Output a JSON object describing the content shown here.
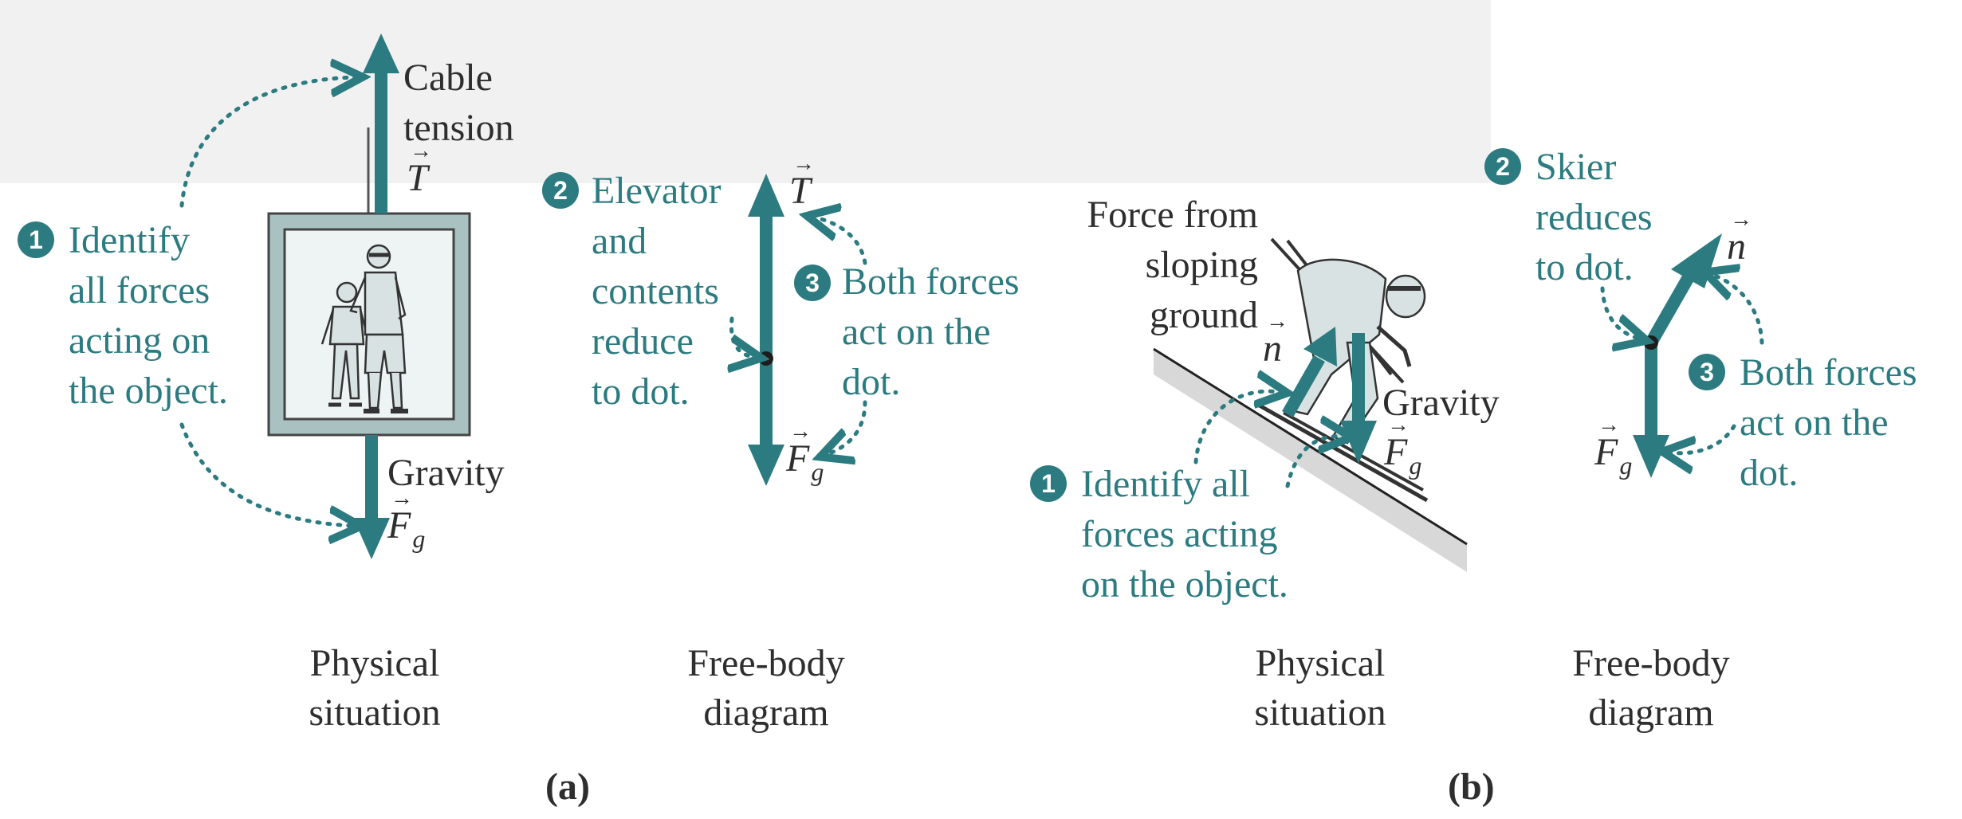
{
  "colors": {
    "accent": "#2c7b80",
    "text": "#2e2e2e",
    "frame": "#a9c1c1",
    "header_band": "#f1f1f2"
  },
  "panel_a": {
    "label": "(a)",
    "physical": {
      "caption": [
        "Physical",
        "situation"
      ],
      "tension_label": [
        "Cable",
        "tension"
      ],
      "tension_symbol": "T",
      "gravity_label": "Gravity",
      "gravity_symbol": "F",
      "gravity_subscript": "g",
      "step1_number": "1",
      "step1_text": [
        "Identify",
        "all forces",
        "acting on",
        "the object."
      ]
    },
    "fbd": {
      "caption": [
        "Free-body",
        "diagram"
      ],
      "step2_number": "2",
      "step2_text": [
        "Elevator",
        "and",
        "contents",
        "reduce",
        "to dot."
      ],
      "step3_number": "3",
      "step3_text": [
        "Both forces",
        "act on the",
        "dot."
      ],
      "up_symbol": "T",
      "down_symbol": "F",
      "down_subscript": "g"
    }
  },
  "panel_b": {
    "label": "(b)",
    "physical": {
      "caption": [
        "Physical",
        "situation"
      ],
      "normal_label": [
        "Force from",
        "sloping",
        "ground"
      ],
      "normal_symbol": "n",
      "gravity_label": "Gravity",
      "gravity_symbol": "F",
      "gravity_subscript": "g",
      "step1_number": "1",
      "step1_text": [
        "Identify all",
        "forces acting",
        "on the object."
      ]
    },
    "fbd": {
      "caption": [
        "Free-body",
        "diagram"
      ],
      "step2_number": "2",
      "step2_text": [
        "Skier",
        "reduces",
        "to dot."
      ],
      "step3_number": "3",
      "step3_text": [
        "Both forces",
        "act on the",
        "dot."
      ],
      "normal_symbol": "n",
      "down_symbol": "F",
      "down_subscript": "g"
    }
  },
  "icons": {
    "arrowhead": "arrow-head-icon",
    "dot": "point-mass-dot"
  }
}
